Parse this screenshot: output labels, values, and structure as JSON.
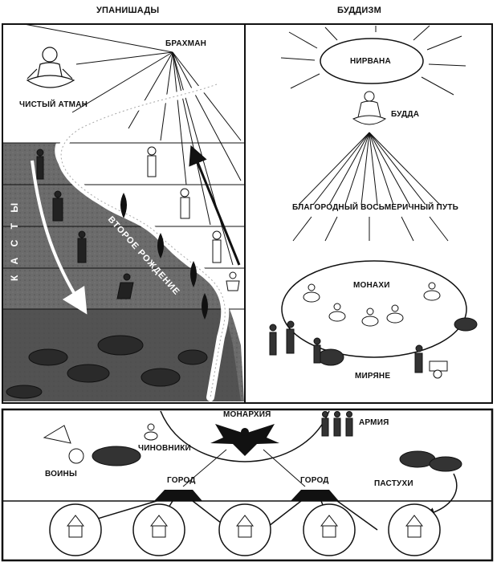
{
  "headers": {
    "left": "УПАНИШАДЫ",
    "right": "БУДДИЗМ"
  },
  "upanishads": {
    "brahman": "БРАХМАН",
    "atman": "ЧИСТЫЙ АТМАН",
    "castes": "К А С Т Ы",
    "rebirth": "ВТОРОЕ РОЖДЕНИЕ"
  },
  "buddhism": {
    "nirvana": "НИРВАНА",
    "buddha": "БУДДА",
    "path": "БЛАГОРОДНЫЙ ВОСЬМЕРИЧНЫЙ ПУТЬ",
    "monks": "МОНАХИ",
    "laity": "МИРЯНЕ"
  },
  "state": {
    "monarchy": "МОНАРХИЯ",
    "army": "АРМИЯ",
    "officials": "ЧИНОВНИКИ",
    "warriors": "ВОИНЫ",
    "city_left": "ГОРОД",
    "city_right": "ГОРОД",
    "herders": "ПАСТУХИ"
  }
}
